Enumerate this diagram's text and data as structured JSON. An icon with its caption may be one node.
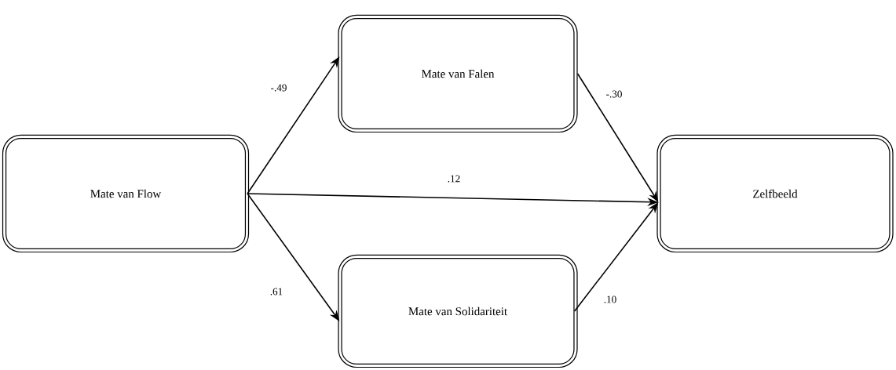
{
  "diagram": {
    "nodes": [
      {
        "text": [
          "Mate van Flow"
        ]
      },
      {
        "text": [
          "Mate van Falen"
        ]
      },
      {
        "text": [
          "Mate van Solidariteit"
        ]
      },
      {
        "text": [
          "Zelfbeeld"
        ]
      }
    ],
    "edges": [
      {
        "from": 0,
        "to": 1,
        "arrow": "to",
        "label": "-.49"
      },
      {
        "from": 0,
        "to": 3,
        "arrow": "to",
        "label": ".12"
      },
      {
        "from": 0,
        "to": 2,
        "arrow": "to",
        "label": ".61"
      },
      {
        "from": 1,
        "to": 3,
        "arrow": "to",
        "label": "-.30"
      },
      {
        "from": 2,
        "to": 3,
        "arrow": "to",
        "label": ".10"
      }
    ]
  }
}
